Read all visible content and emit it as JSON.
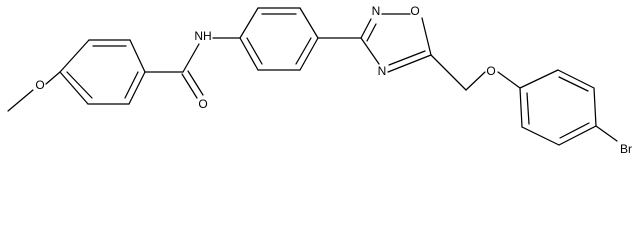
{
  "molecule": {
    "labels": {
      "methoxy_o": "O",
      "carbonyl_o": "O",
      "amide_nh": "NH",
      "ring_o": "O",
      "ring_n_top": "N",
      "ring_n_bottom": "N",
      "ether_o": "O",
      "bromine": "Br"
    },
    "colors": {
      "bond": "#000000",
      "label": "#000000",
      "background": "#ffffff"
    }
  }
}
